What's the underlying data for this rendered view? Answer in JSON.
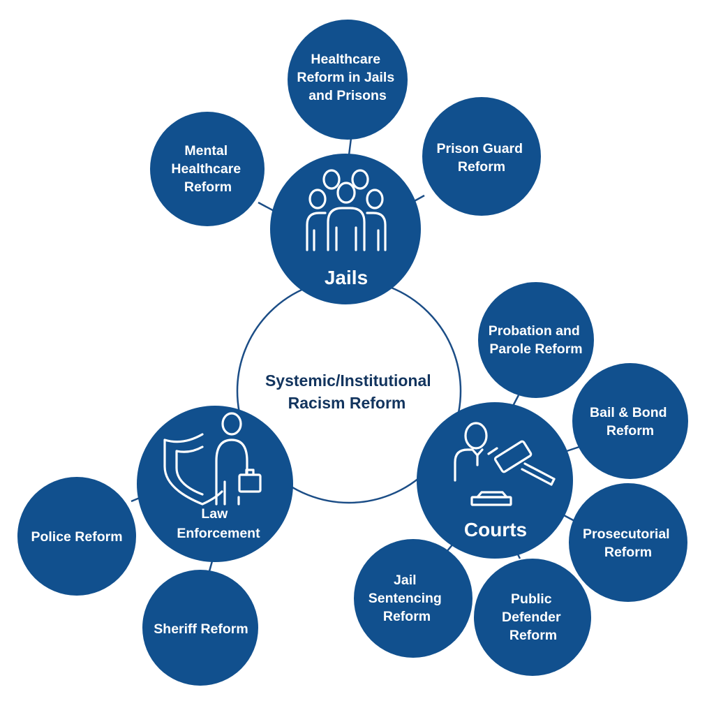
{
  "colors": {
    "node_fill": "#11508e",
    "center_stroke": "#1b4d86",
    "center_text": "#12345e",
    "label_text": "#ffffff"
  },
  "center": {
    "lines": [
      "Systemic/Institutional",
      "Racism Reform"
    ]
  },
  "hubs": {
    "jails": {
      "icon": "people-group-icon",
      "label_lines": [
        "Jails"
      ],
      "satellites": [
        {
          "id": "mental-healthcare",
          "lines": [
            "Mental",
            "Healthcare",
            "Reform"
          ]
        },
        {
          "id": "healthcare-jails-prisons",
          "lines": [
            "Healthcare",
            "Reform in Jails",
            "and Prisons"
          ]
        },
        {
          "id": "prison-guard",
          "lines": [
            "Prison Guard",
            "Reform"
          ]
        }
      ]
    },
    "law_enforcement": {
      "icon": "police-shield-icon",
      "label_lines": [
        "Law",
        "Enforcement"
      ],
      "satellites": [
        {
          "id": "police",
          "lines": [
            "Police Reform"
          ]
        },
        {
          "id": "sheriff",
          "lines": [
            "Sheriff Reform"
          ]
        }
      ]
    },
    "courts": {
      "icon": "judge-gavel-icon",
      "label_lines": [
        "Courts"
      ],
      "satellites": [
        {
          "id": "probation-parole",
          "lines": [
            "Probation and",
            "Parole Reform"
          ]
        },
        {
          "id": "bail-bond",
          "lines": [
            "Bail & Bond",
            "Reform"
          ]
        },
        {
          "id": "prosecutorial",
          "lines": [
            "Prosecutorial",
            "Reform"
          ]
        },
        {
          "id": "public-defender",
          "lines": [
            "Public",
            "Defender",
            "Reform"
          ]
        },
        {
          "id": "jail-sentencing",
          "lines": [
            "Jail",
            "Sentencing",
            "Reform"
          ]
        }
      ]
    }
  }
}
